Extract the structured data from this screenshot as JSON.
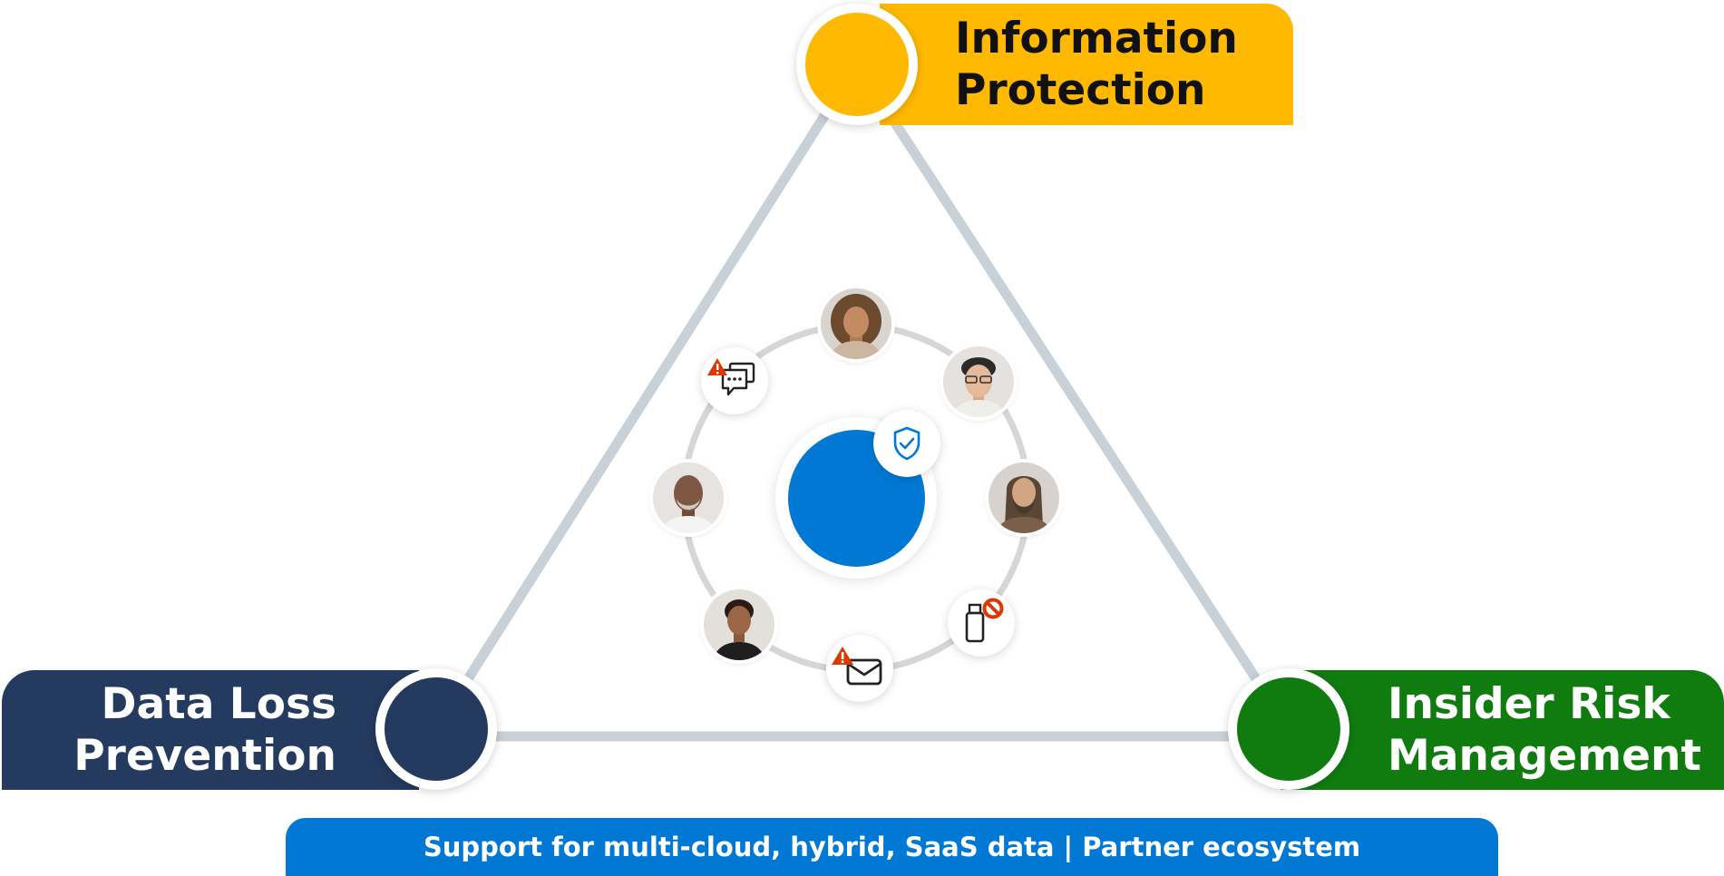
{
  "pillars": {
    "information_protection": {
      "line1": "Information",
      "line2": "Protection",
      "color": "#FFB900"
    },
    "data_loss_prevention": {
      "line1": "Data Loss",
      "line2": "Prevention",
      "color": "#243A5E"
    },
    "insider_risk_management": {
      "line1": "Insider Risk",
      "line2": "Management",
      "color": "#107C10"
    }
  },
  "colors": {
    "connector": "#C8D0D8",
    "ring": "#D6D6D6",
    "core": "#0078D4",
    "alert": "#D83B01",
    "banner": "#0078D4"
  },
  "icons": {
    "core_badge": "shield-check-icon",
    "chat_badge": "chat-warning-icon",
    "usb_badge": "usb-blocked-icon",
    "mail_badge": "mail-warning-icon"
  },
  "banner": {
    "text": "Support for multi-cloud, hybrid, SaaS data | Partner ecosystem"
  }
}
